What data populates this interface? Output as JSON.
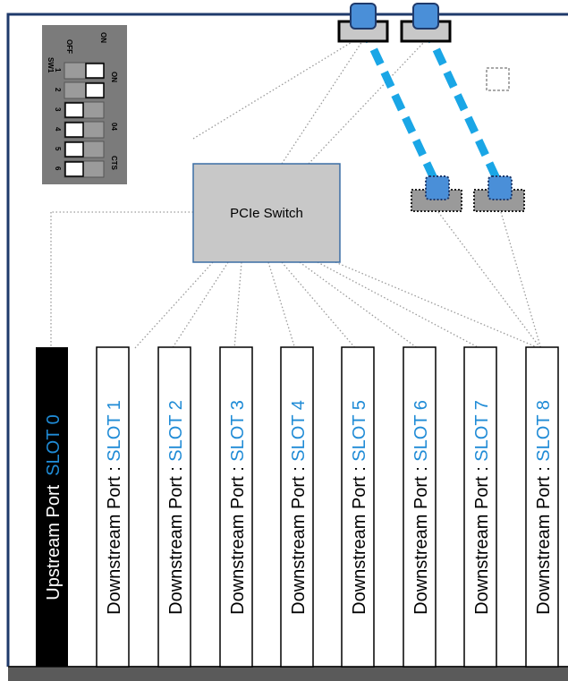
{
  "switch": {
    "label": "PCIe Switch"
  },
  "dip_switch": {
    "name": "SW1",
    "header_off": "OFF",
    "header_on": "ON",
    "positions": [
      "1",
      "2",
      "3",
      "4",
      "5",
      "6"
    ],
    "function_labels": [
      "ON",
      "04",
      "CTS"
    ],
    "states": [
      "on",
      "on",
      "off",
      "off",
      "off",
      "off"
    ]
  },
  "upstream": {
    "prefix": "Upstream Port",
    "slot": "SLOT 0"
  },
  "downstream": [
    {
      "prefix": "Downstream Port : ",
      "slot": "SLOT 1"
    },
    {
      "prefix": "Downstream Port : ",
      "slot": "SLOT 2"
    },
    {
      "prefix": "Downstream Port : ",
      "slot": "SLOT 3"
    },
    {
      "prefix": "Downstream Port : ",
      "slot": "SLOT 4"
    },
    {
      "prefix": "Downstream Port : ",
      "slot": "SLOT 5"
    },
    {
      "prefix": "Downstream Port : ",
      "slot": "SLOT 6"
    },
    {
      "prefix": "Downstream Port : ",
      "slot": "SLOT 7"
    },
    {
      "prefix": "Downstream Port : ",
      "slot": "SLOT 8"
    }
  ],
  "colors": {
    "accent": "#1f8bd6",
    "cable": "#1aa6e6",
    "connector": "#4a8fd8",
    "switch_fill": "#c8c8c8",
    "switch_border": "#3b6ea5",
    "board_border": "#1f3a6b",
    "upstream_fill": "#000000"
  }
}
